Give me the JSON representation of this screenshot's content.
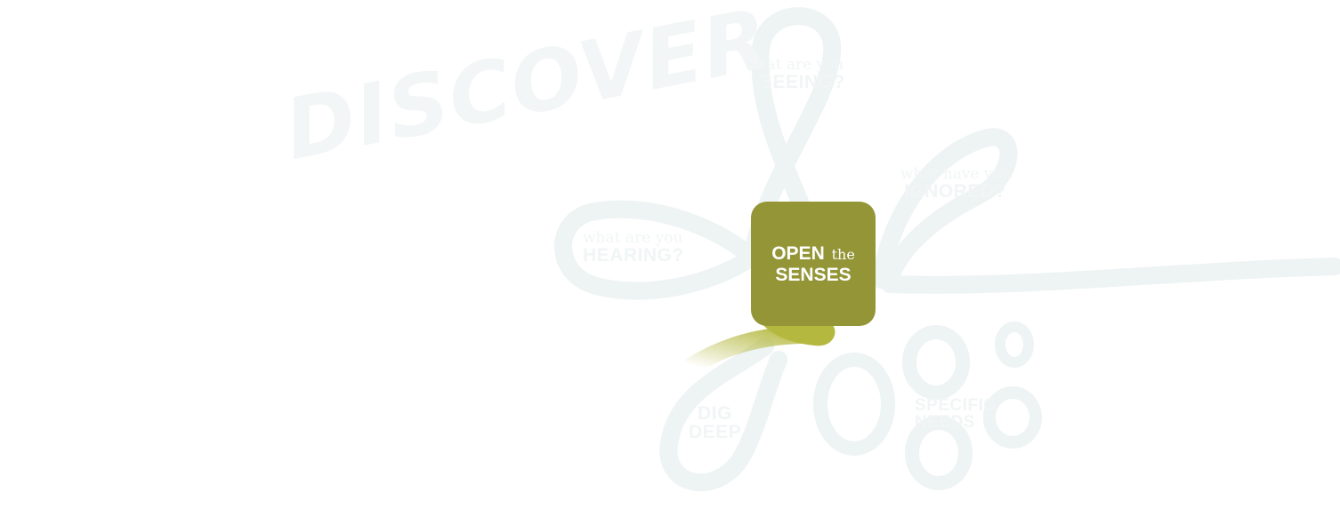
{
  "background_word": "DISCOVER",
  "center": {
    "open": "OPEN",
    "the": "the",
    "senses": "SENSES"
  },
  "prompts": {
    "seeing": {
      "question": "what are you",
      "word": "SEEING?"
    },
    "ignoring": {
      "question": "what have you",
      "word": "IGNORED?"
    },
    "hearing": {
      "question": "what are you",
      "word": "HEARING?"
    },
    "dig": {
      "word1": "DIG",
      "word2": "DEEP"
    },
    "needs": {
      "word1": "SPECIFIC",
      "word2": "NEEDS"
    }
  },
  "colors": {
    "accent": "#939537",
    "accent_light": "#b4b83e",
    "ghost": "#eef3f3",
    "background": "#ffffff"
  }
}
